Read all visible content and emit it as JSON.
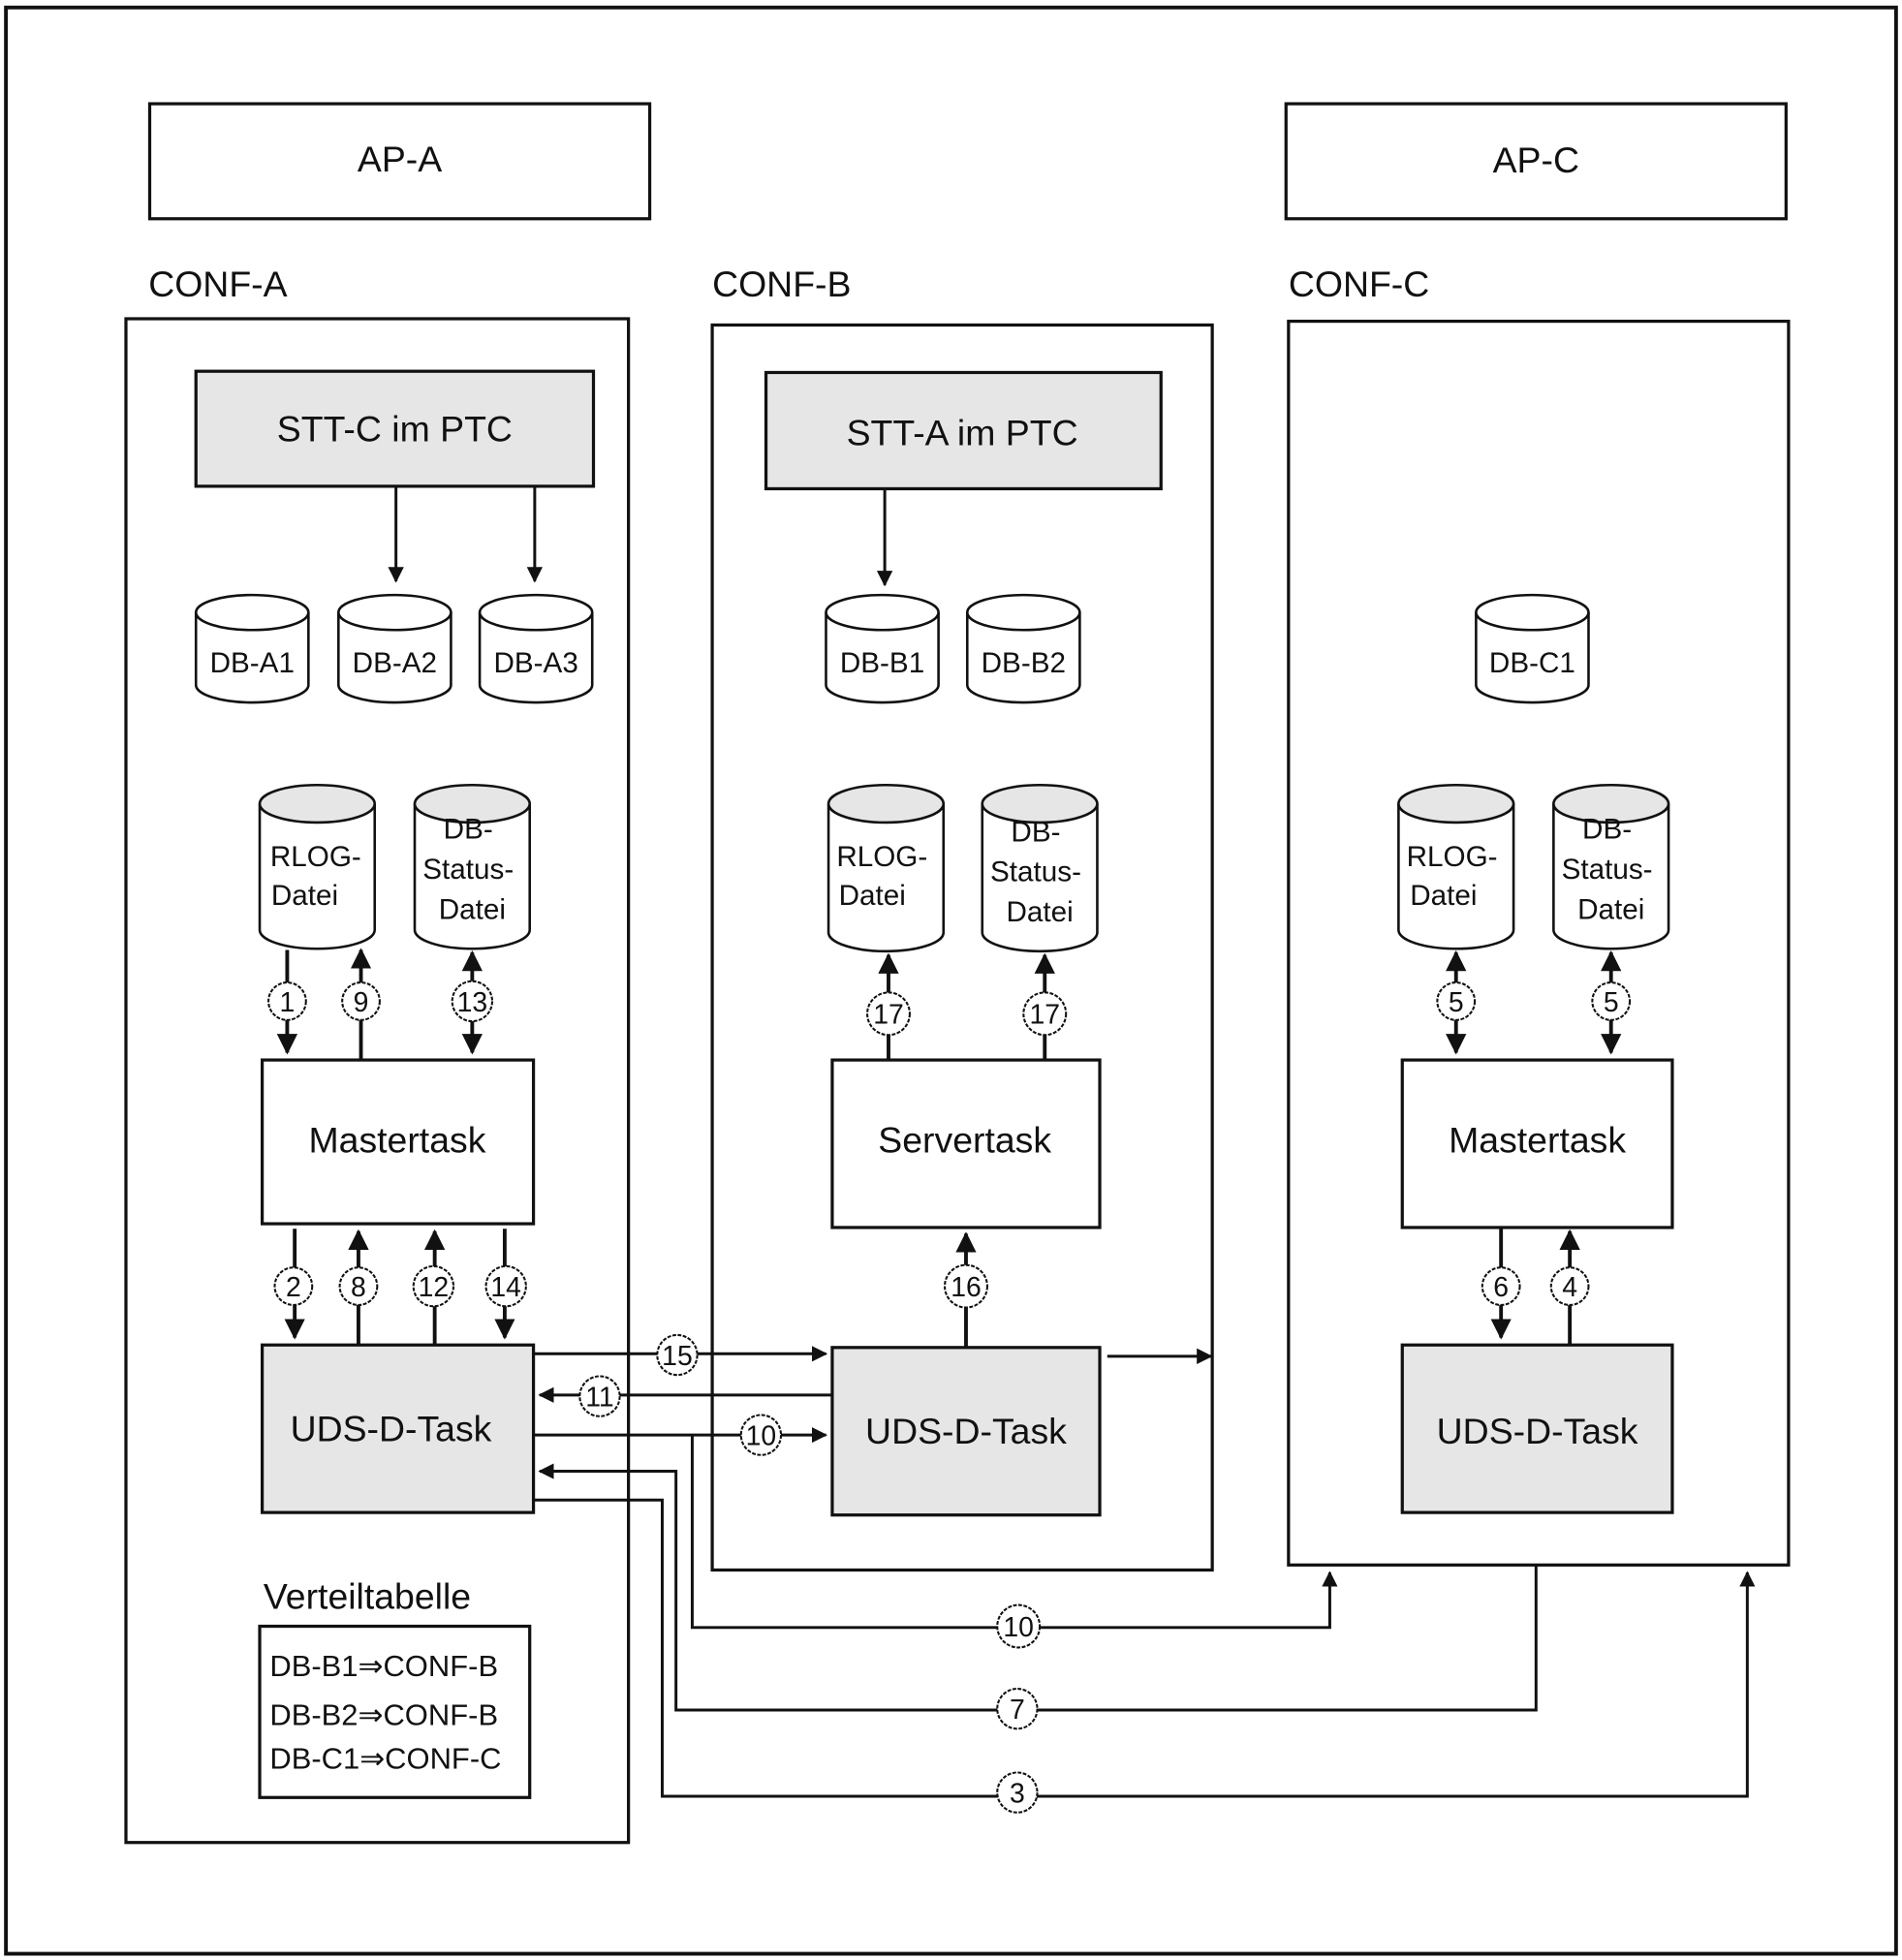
{
  "ap_boxes": {
    "ap_a": "AP-A",
    "ap_c": "AP-C"
  },
  "configurations": {
    "conf_a": {
      "label": "CONF-A",
      "stt": "STT-C im PTC",
      "databases": [
        "DB-A1",
        "DB-A2",
        "DB-A3"
      ],
      "rlog": [
        "RLOG-",
        "Datei"
      ],
      "status": [
        "DB-",
        "Status-",
        "Datei"
      ],
      "master": "Mastertask",
      "uds": "UDS-D-Task",
      "table_title": "Verteiltabelle",
      "table_rows": [
        "DB-B1⇒CONF-B",
        "DB-B2⇒CONF-B",
        "DB-C1⇒CONF-C"
      ]
    },
    "conf_b": {
      "label": "CONF-B",
      "stt": "STT-A im PTC",
      "databases": [
        "DB-B1",
        "DB-B2"
      ],
      "rlog": [
        "RLOG-",
        "Datei"
      ],
      "status": [
        "DB-",
        "Status-",
        "Datei"
      ],
      "server": "Servertask",
      "uds": "UDS-D-Task"
    },
    "conf_c": {
      "label": "CONF-C",
      "databases": [
        "DB-C1"
      ],
      "rlog": [
        "RLOG-",
        "Datei"
      ],
      "status": [
        "DB-",
        "Status-",
        "Datei"
      ],
      "master": "Mastertask",
      "uds": "UDS-D-Task"
    }
  },
  "steps": {
    "s1": "1",
    "s2": "2",
    "s3": "3",
    "s4": "4",
    "s5a": "5",
    "s5b": "5",
    "s6": "6",
    "s7": "7",
    "s8": "8",
    "s9": "9",
    "s10a": "10",
    "s10b": "10",
    "s11": "11",
    "s12": "12",
    "s13": "13",
    "s14": "14",
    "s15": "15",
    "s16": "16",
    "s17a": "17",
    "s17b": "17"
  }
}
